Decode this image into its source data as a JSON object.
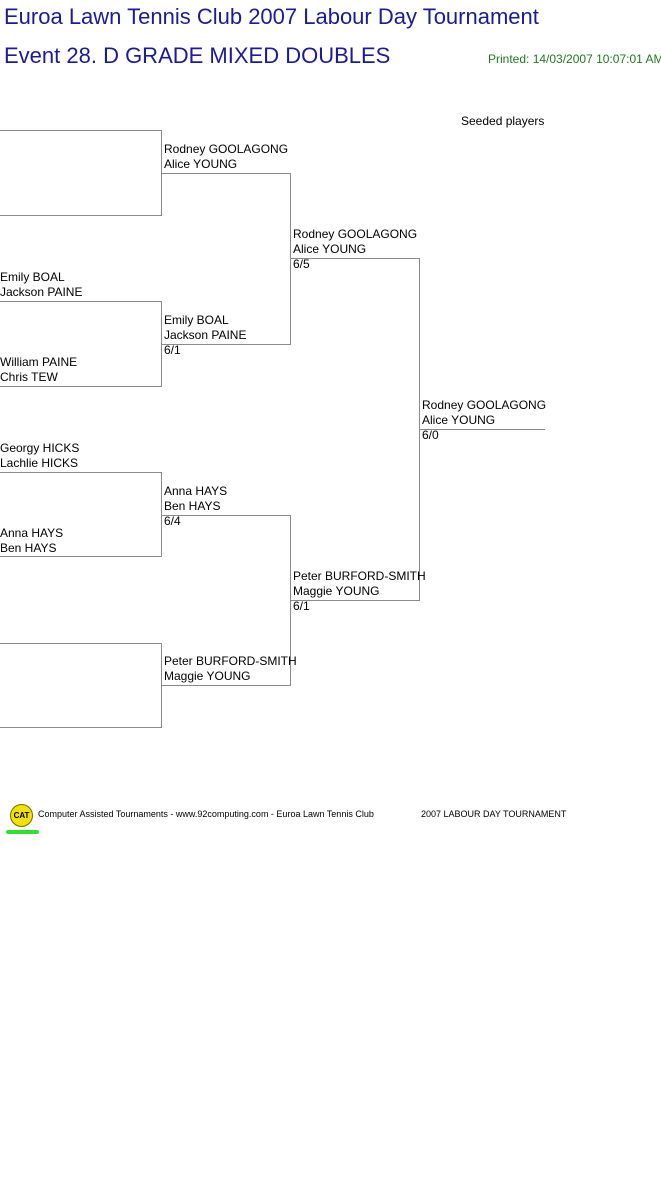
{
  "header": {
    "title": "Euroa Lawn Tennis Club 2007 Labour Day Tournament",
    "event": "Event 28. D GRADE MIXED DOUBLES",
    "printed": "Printed: 14/03/2007 10:07:01 AM",
    "seeded_label": "Seeded players"
  },
  "round1": [
    {
      "p1": "",
      "p2": ""
    },
    {
      "p1": "",
      "p2": ""
    },
    {
      "p1": "Emily BOAL",
      "p2": "Jackson PAINE"
    },
    {
      "p1": "William PAINE",
      "p2": "Chris TEW"
    },
    {
      "p1": "Georgy HICKS",
      "p2": "Lachlie HICKS"
    },
    {
      "p1": "Anna HAYS",
      "p2": "Ben HAYS"
    },
    {
      "p1": "",
      "p2": ""
    },
    {
      "p1": "",
      "p2": ""
    }
  ],
  "round2": [
    {
      "p1": "Rodney GOOLAGONG",
      "p2": "Alice YOUNG",
      "score": ""
    },
    {
      "p1": "Emily BOAL",
      "p2": "Jackson PAINE",
      "score": "6/1"
    },
    {
      "p1": "Anna HAYS",
      "p2": "Ben HAYS",
      "score": "6/4"
    },
    {
      "p1": "Peter BURFORD-SMITH",
      "p2": "Maggie YOUNG",
      "score": ""
    }
  ],
  "semis": [
    {
      "p1": "Rodney GOOLAGONG",
      "p2": "Alice YOUNG",
      "score": "6/5"
    },
    {
      "p1": "Peter BURFORD-SMITH",
      "p2": "Maggie YOUNG",
      "score": "6/1"
    }
  ],
  "final": {
    "p1": "Rodney GOOLAGONG",
    "p2": "Alice YOUNG",
    "score": "6/0"
  },
  "footer": {
    "logo_text": "CAT",
    "credit": "Computer Assisted Tournaments - www.92computing.com -  Euroa Lawn Tennis Club",
    "tournament": "2007 LABOUR DAY TOURNAMENT"
  }
}
